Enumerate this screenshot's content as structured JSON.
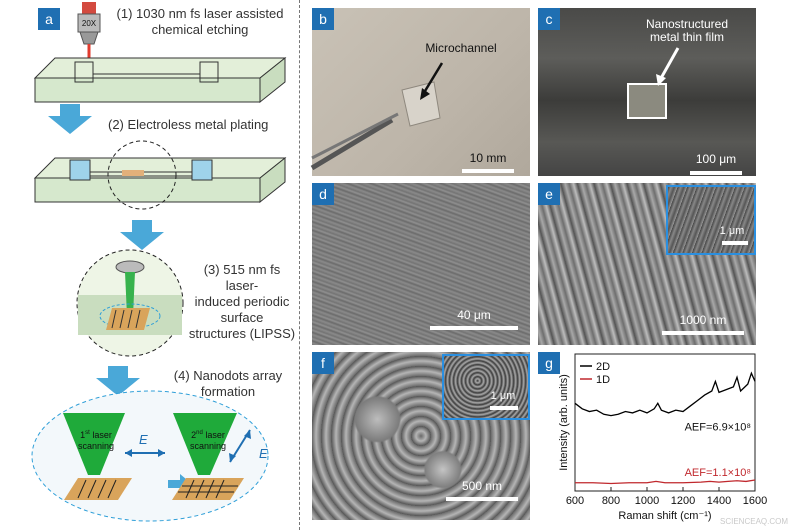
{
  "schematic": {
    "label": "a",
    "objective": "20X",
    "steps": [
      "(1) 1030 nm fs laser assisted chemical etching",
      "(2) Electroless metal plating",
      "(3) 515 nm fs laser-induced periodic surface structures (LIPSS)",
      "(4) Nanodots array formation"
    ],
    "step1_lines": [
      "(1) 1030 nm fs laser assisted",
      "chemical etching"
    ],
    "step3_lines": [
      "(3) 515 nm fs laser-",
      "induced periodic",
      "surface",
      "structures (LIPSS)"
    ],
    "step4_lines": [
      "(4) Nanodots array",
      "formation"
    ],
    "first_scan": {
      "sup": "st",
      "pre": "1",
      "post": " laser",
      "line2": "scanning"
    },
    "second_scan": {
      "sup": "nd",
      "pre": "2",
      "post": " laser",
      "line2": "scanning"
    },
    "field_label": "E"
  },
  "panels": {
    "b": {
      "label": "b",
      "annotation": "Microchannel",
      "scale": "10 mm"
    },
    "c": {
      "label": "c",
      "annotation_lines": [
        "Nanostructured",
        "metal thin film"
      ],
      "scale": "100 μm"
    },
    "d": {
      "label": "d",
      "scale": "40 μm"
    },
    "e": {
      "label": "e",
      "scale": "1000 nm",
      "inset_scale": "1 μm"
    },
    "f": {
      "label": "f",
      "scale": "500 nm",
      "inset_scale": "1 μm"
    },
    "g": {
      "label": "g"
    }
  },
  "watermark": "SCIENCEAQ.COM",
  "colors": {
    "label_bg": "#1f6fb2",
    "arrow": "#4aa8d8",
    "series_2d": "#000000",
    "series_1d": "#c0282d"
  },
  "chart_data": {
    "type": "line",
    "xlabel": "Raman shift (cm⁻¹)",
    "ylabel": "Intensity (arb. units)",
    "xlim": [
      600,
      1600
    ],
    "x_ticks": [
      600,
      800,
      1000,
      1200,
      1400,
      1600
    ],
    "legend_position": "top-left",
    "series": [
      {
        "name": "2D",
        "annotation": "AEF=6.9×10⁸",
        "x": [
          600,
          640,
          680,
          720,
          760,
          800,
          840,
          880,
          920,
          960,
          1000,
          1040,
          1060,
          1080,
          1120,
          1160,
          1200,
          1240,
          1280,
          1320,
          1360,
          1380,
          1400,
          1440,
          1480,
          1500,
          1520,
          1560,
          1580,
          1600
        ],
        "y": [
          0.64,
          0.6,
          0.58,
          0.59,
          0.56,
          0.55,
          0.56,
          0.58,
          0.57,
          0.59,
          0.57,
          0.6,
          0.64,
          0.59,
          0.57,
          0.59,
          0.58,
          0.62,
          0.66,
          0.7,
          0.73,
          0.8,
          0.72,
          0.74,
          0.76,
          0.83,
          0.73,
          0.78,
          0.86,
          0.8
        ]
      },
      {
        "name": "1D",
        "annotation": "AEF=1.1×10⁸",
        "x": [
          600,
          700,
          800,
          900,
          1000,
          1050,
          1100,
          1200,
          1300,
          1350,
          1400,
          1450,
          1500,
          1550,
          1600
        ],
        "y": [
          0.06,
          0.06,
          0.055,
          0.06,
          0.06,
          0.07,
          0.06,
          0.06,
          0.065,
          0.07,
          0.065,
          0.07,
          0.075,
          0.07,
          0.08
        ]
      }
    ]
  }
}
